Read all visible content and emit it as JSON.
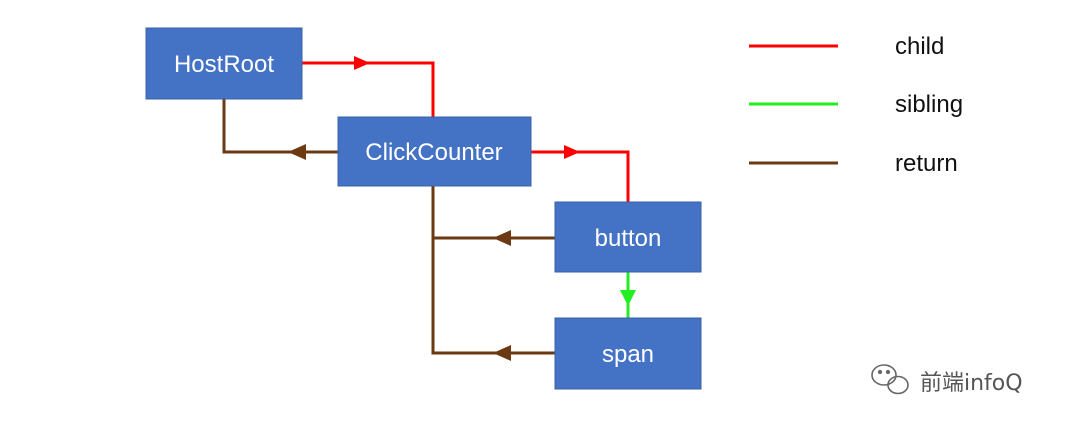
{
  "nodes": {
    "host_root": "HostRoot",
    "click_counter": "ClickCounter",
    "button": "button",
    "span": "span"
  },
  "legend": [
    {
      "label": "child",
      "color": "#FF0000"
    },
    {
      "label": "sibling",
      "color": "#22EE22"
    },
    {
      "label": "return",
      "color": "#6B3A12"
    }
  ],
  "colors": {
    "node_fill": "#4472C4",
    "child": "#FF0000",
    "sibling": "#22EE22",
    "return": "#6B3A12"
  },
  "watermark": "前端infoQ"
}
